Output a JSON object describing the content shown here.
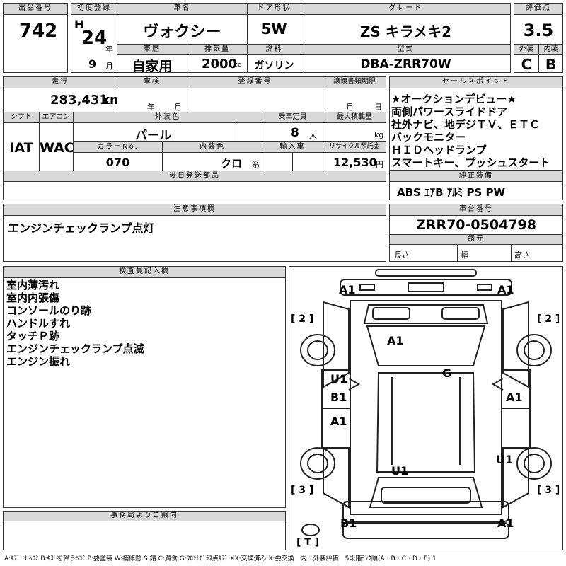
{
  "header": {
    "lot_label": "出品番号",
    "lot_no": "742",
    "first_reg_label": "初度登録",
    "era": "H",
    "year": "24",
    "year_unit": "年",
    "month": "9",
    "month_unit": "月",
    "car_name_label": "車名",
    "car_name": "ヴォクシー",
    "history_label": "車歴",
    "history": "自家用",
    "displacement_label": "排気量",
    "displacement": "2000",
    "displacement_unit": "cc",
    "door_label": "ドア形状",
    "door": "5W",
    "fuel_label": "燃料",
    "fuel": "ガソリン",
    "grade_label": "グレード",
    "grade": "ZS キラメキ2",
    "model_label": "型式",
    "model": "DBA-ZRR70W",
    "score_label": "評価点",
    "score": "3.5",
    "exterior_label": "外装",
    "exterior": "C",
    "interior_label": "内装",
    "interior": "B"
  },
  "info": {
    "mileage_label": "走行",
    "mileage": "283,431",
    "mileage_unit": "km",
    "inspection_label": "車検",
    "inspection_year_unit": "年",
    "inspection_month_unit": "月",
    "reg_no_label": "登録番号",
    "transfer_label": "譲渡書類期限",
    "transfer_month_unit": "月",
    "transfer_day_unit": "日",
    "shift_label": "シフト",
    "shift": "IAT",
    "ac_label": "エアコン",
    "ac": "WAC",
    "ext_color_label": "外装色",
    "ext_color": "パール",
    "capacity_label": "乗車定員",
    "capacity": "8",
    "capacity_unit": "人",
    "load_label": "最大積載量",
    "load_unit": "kg",
    "color_no_label": "カラーNo.",
    "color_no": "070",
    "int_color_label": "内装色",
    "int_color": "クロ",
    "int_color_unit": "系",
    "import_label": "輸入車",
    "recycle_label": "リサイクル預託金",
    "recycle": "12,530",
    "recycle_unit": "円",
    "later_parts_label": "後日発送部品"
  },
  "sales_points": {
    "label": "セールスポイント",
    "items": [
      "★オークションデビュー★",
      "両側パワースライドドア",
      "社外ナビ、地デジＴＶ、ＥＴＣ",
      "バックモニター",
      "ＨＩＤヘッドランプ",
      "スマートキー、プッシュスタート"
    ]
  },
  "equipment": {
    "label": "純正装備",
    "value": "ABS ｴｱB ｱﾙﾐ PS PW"
  },
  "notes": {
    "label": "注意事項欄",
    "text": "エンジンチェックランプ点灯"
  },
  "chassis": {
    "label": "車台番号",
    "value": "ZRR70-0504798",
    "dims_label": "諸元",
    "length_label": "長さ",
    "width_label": "幅",
    "height_label": "高さ"
  },
  "inspector": {
    "label": "検査員記入欄",
    "items": [
      "室内薄汚れ",
      "室内内張傷",
      "コンソールのり跡",
      "ハンドルすれ",
      "タッチＰ跡",
      "エンジンチェックランプ点滅",
      "エンジン振れ"
    ]
  },
  "office": {
    "label": "事務局よりご案内"
  },
  "diagram": {
    "marks": [
      "A1",
      "A1",
      "A1",
      "U1",
      "B1",
      "G",
      "A1",
      "A1",
      "U1",
      "U1",
      "B1",
      "A1"
    ],
    "tires": [
      "[ 2 ]",
      "[ 2 ]",
      "[ 3 ]",
      "[ 3 ]",
      "[ T ]"
    ]
  },
  "legend": "A:ｷｽﾞ U:ﾍｺﾐ B:ｷｽﾞを伴うﾍｺﾐ P:要塗装 W:補修跡 S:錆 C:腐食 G:ﾌﾛﾝﾄｶﾞﾗｽ点ｷｽﾞ XX:交換済み X:要交換　内・外装評価　5段階ﾗﾝｸ順(A・B・C・D・E) 1"
}
